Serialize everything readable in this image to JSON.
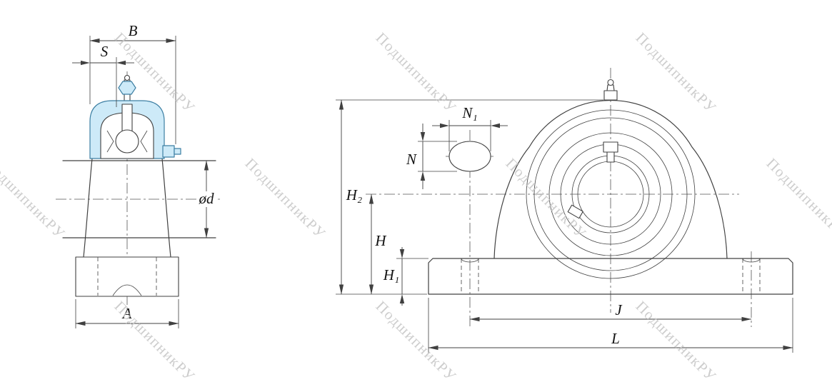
{
  "watermark": {
    "text": "ПодшипникРУ"
  },
  "labels": {
    "B": "B",
    "S": "S",
    "A": "A",
    "od": "ød",
    "H2": "H₂",
    "H": "H",
    "H1": "H₁",
    "N": "N",
    "N1": "N₁",
    "J": "J",
    "L": "L"
  },
  "colors": {
    "line": "#404040",
    "cap_fill": "#cdeaf8",
    "cap_stroke": "#3d7fa3",
    "watermark": "#c5c5c5"
  }
}
